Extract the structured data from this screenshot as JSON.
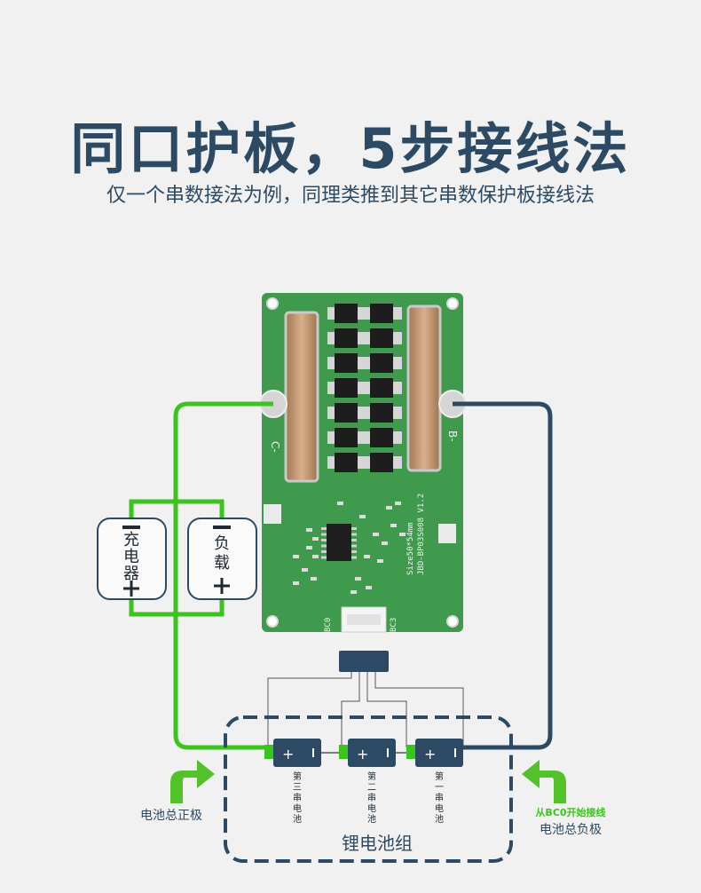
{
  "header": {
    "title": "同口护板，5步接线法",
    "subtitle": "仅一个串数接法为例，同理类推到其它串数保护板接线法"
  },
  "board": {
    "left_pad_label": "C-",
    "right_pad_label": "B-",
    "connector_left_label": "BC0",
    "connector_right_label": "BC3",
    "model_lines": [
      "Size50*54mm",
      "JBD-BP03S008 V1.2"
    ]
  },
  "devices": {
    "charger_label": [
      "充",
      "电",
      "器"
    ],
    "load_label": [
      "负",
      "载"
    ]
  },
  "battery": {
    "group_label": "锂电池组",
    "cells": [
      {
        "label": [
          "第",
          "三",
          "串",
          "电",
          "池"
        ]
      },
      {
        "label": [
          "第",
          "二",
          "串",
          "电",
          "池"
        ]
      },
      {
        "label": [
          "第",
          "一",
          "串",
          "电",
          "池"
        ]
      }
    ],
    "cell_plus": "+",
    "cell_minus": "-"
  },
  "annotations": {
    "left": "电池总正极",
    "right_hint": "从BC0开始接线",
    "right": "电池总负极"
  },
  "colors": {
    "title": "#2c4a63",
    "green_wire": "#3cc41e",
    "navy_wire": "#2c4a63",
    "pcb": "#3f9a4e",
    "arrow": "#52c12a"
  }
}
